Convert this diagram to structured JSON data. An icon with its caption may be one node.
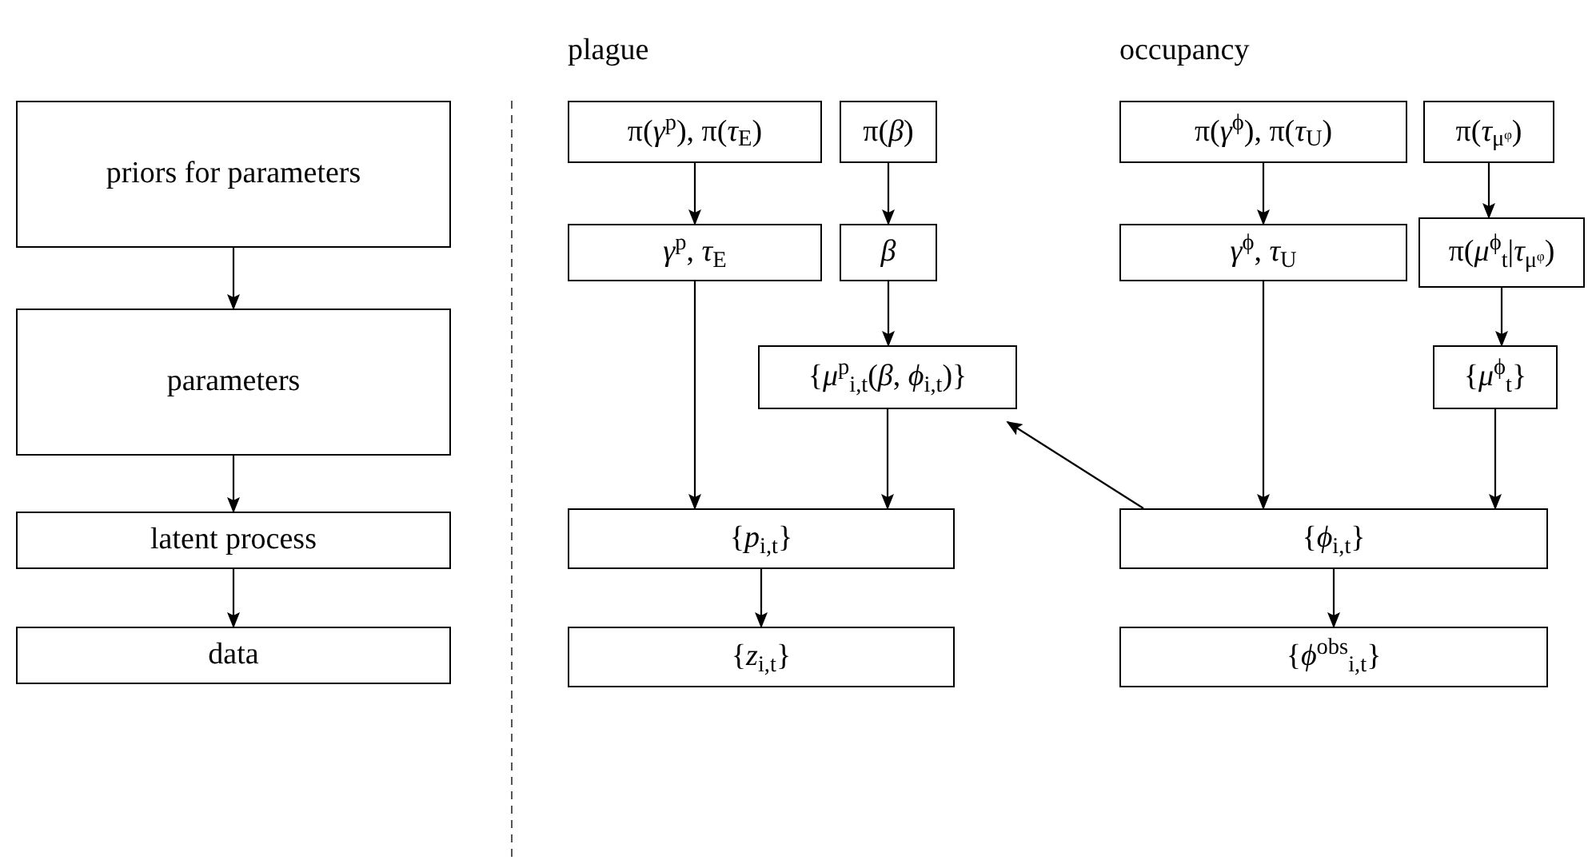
{
  "diagram": {
    "nodes": [
      {
        "text": [
          "priors for parameters"
        ]
      },
      {
        "text": [
          "parameters"
        ]
      },
      {
        "text": [
          "latent process"
        ]
      },
      {
        "text": [
          "data"
        ]
      },
      {
        "text": [
          "π(*γ*$^{p}$), π(*τ*$_{E}$)"
        ]
      },
      {
        "text": [
          "π(*β*)"
        ]
      },
      {
        "text": [
          "*γ*$^{p}$, *τ*$_{E}$"
        ]
      },
      {
        "text": [
          "*β*"
        ]
      },
      {
        "text": [
          "{*μ*$^{p}$$_{i,t}$(*β*, *ϕ*$_{i,t}$)}"
        ]
      },
      {
        "text": [
          "{*p*$_{i,t}$}"
        ]
      },
      {
        "text": [
          "{*z*$_{i,t}$}"
        ]
      },
      {
        "text": [
          "π(*γ*$^{ϕ}$), π(*τ*$_{U}$)"
        ]
      },
      {
        "text": [
          "π(*τ*$_{μᵠ}$)"
        ]
      },
      {
        "text": [
          "*γ*$^{ϕ}$, *τ*$_{U}$"
        ]
      },
      {
        "text": [
          "π(*μ*$^{ϕ}$$_{t}$|*τ*$_{μᵠ}$)"
        ]
      },
      {
        "text": [
          "{*μ*$^{ϕ}$$_{t}$}"
        ]
      },
      {
        "text": [
          "{*ϕ*$_{i,t}$}"
        ]
      },
      {
        "text": [
          "{*ϕ*$^{obs}$$_{i,t}$}"
        ]
      }
    ],
    "edges": [
      {
        "from": 0,
        "to": 1,
        "arrow": "to"
      },
      {
        "from": 1,
        "to": 2,
        "arrow": "to"
      },
      {
        "from": 2,
        "to": 3,
        "arrow": "to"
      },
      {
        "from": 4,
        "to": 6,
        "arrow": "to"
      },
      {
        "from": 5,
        "to": 7,
        "arrow": "to"
      },
      {
        "from": 6,
        "to": 9,
        "arrow": "to"
      },
      {
        "from": 7,
        "to": 8,
        "arrow": "to"
      },
      {
        "from": 8,
        "to": 9,
        "arrow": "to"
      },
      {
        "from": 9,
        "to": 10,
        "arrow": "to"
      },
      {
        "from": 11,
        "to": 13,
        "arrow": "to"
      },
      {
        "from": 12,
        "to": 14,
        "arrow": "to"
      },
      {
        "from": 13,
        "to": 16,
        "arrow": "to"
      },
      {
        "from": 14,
        "to": 15,
        "arrow": "to"
      },
      {
        "from": 15,
        "to": 16,
        "arrow": "to"
      },
      {
        "from": 16,
        "to": 8,
        "arrow": "to"
      },
      {
        "from": 16,
        "to": 17,
        "arrow": "to"
      }
    ],
    "labels": [
      "plague",
      "occupancy"
    ]
  }
}
